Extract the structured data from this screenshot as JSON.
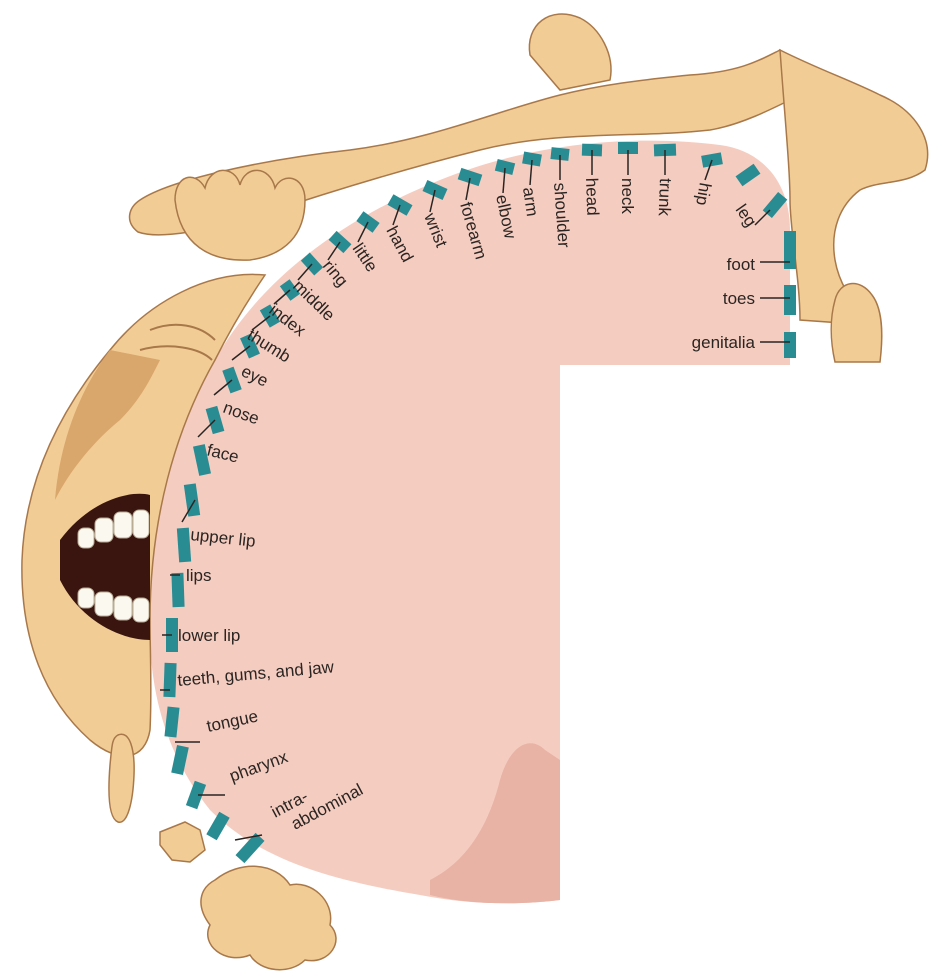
{
  "diagram": {
    "body_part_labels": [
      "genitalia",
      "toes",
      "foot",
      "leg",
      "hip",
      "trunk",
      "neck",
      "head",
      "shoulder",
      "arm",
      "elbow",
      "forearm",
      "wrist",
      "hand",
      "little",
      "ring",
      "middle",
      "index",
      "thumb",
      "eye",
      "nose",
      "face",
      "upper lip",
      "lips",
      "lower lip",
      "teeth, gums, and jaw",
      "tongue",
      "pharynx",
      "intra-abdominal"
    ],
    "colors": {
      "cortex_fill": "#f5ccc0",
      "cortex_shadow": "#e8b2a5",
      "band": "#2a8c93",
      "band_gap": "#c9b7b0",
      "skin": "#f2cc95",
      "skin_shadow": "#d9a66c",
      "skin_outline": "#a8784a",
      "teeth": "#fbf8ef",
      "mouth": "#3a1510",
      "label_text": "#2a2522"
    },
    "icons": [
      "homunculus-head",
      "homunculus-hand",
      "homunculus-foot",
      "homunculus-mouth"
    ]
  }
}
